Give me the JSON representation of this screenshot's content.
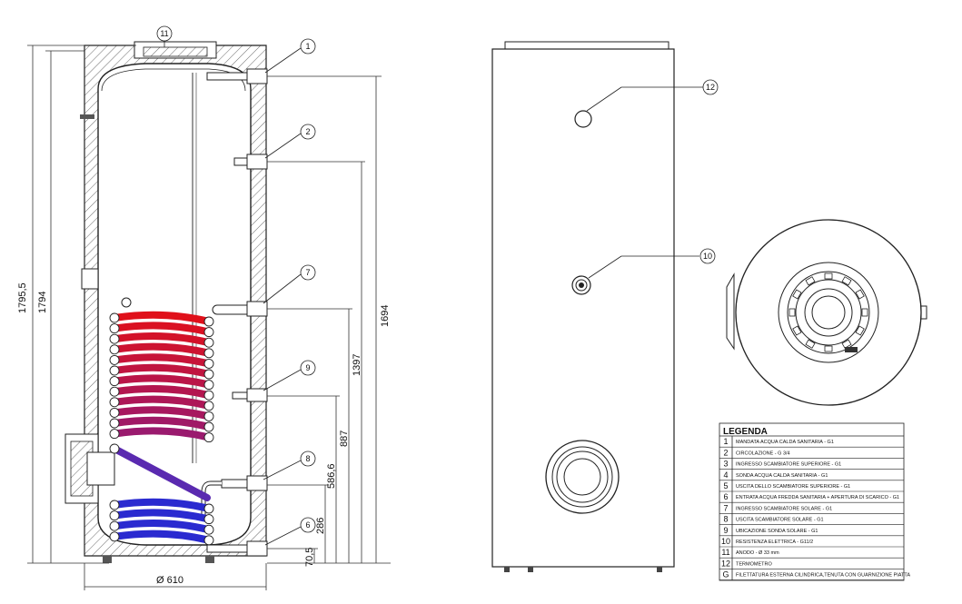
{
  "dimensions": {
    "height_total": "1795,5",
    "height_body": "1794",
    "h_1694": "1694",
    "h_1397": "1397",
    "h_887": "887",
    "h_586": "586,6",
    "h_286": "286",
    "h_70": "70,5",
    "diameter": "Ø 610"
  },
  "callouts": {
    "c1": "1",
    "c2": "2",
    "c6": "6",
    "c7": "7",
    "c8": "8",
    "c9": "9",
    "c10": "10",
    "c11": "11",
    "c12": "12"
  },
  "legend": {
    "title": "LEGENDA",
    "items": [
      {
        "num": "1",
        "text": "MANDATA ACQUA CALDA SANITARIA - G1"
      },
      {
        "num": "2",
        "text": "CIRCOLAZIONE - G 3/4"
      },
      {
        "num": "3",
        "text": "INGRESSO SCAMBIATORE SUPERIORE - G1"
      },
      {
        "num": "4",
        "text": "SONDA ACQUA CALDA SANITARIA - G1"
      },
      {
        "num": "5",
        "text": "USCITA DELLO SCAMBIATORE SUPERIORE - G1"
      },
      {
        "num": "6",
        "text": "ENTRATA ACQUA FREDDA SANITARIA + APERTURA DI SCARICO - G1"
      },
      {
        "num": "7",
        "text": "INGRESSO SCAMBIATORE SOLARE - G1"
      },
      {
        "num": "8",
        "text": "USCITA SCAMBIATORE SOLARE - G1"
      },
      {
        "num": "9",
        "text": "UBICAZIONE SONDA SOLARE - G1"
      },
      {
        "num": "10",
        "text": "RESISTENZA ELETTRICA - G11/2"
      },
      {
        "num": "11",
        "text": "ANODO - Ø 33 mm"
      },
      {
        "num": "12",
        "text": "TERMOMETRO"
      },
      {
        "num": "G",
        "text": "FILETTATURA ESTERNA CILINDRICA,TENUTA CON GUARNIZIONE PIATTA"
      }
    ]
  },
  "colors": {
    "coil_hot": "#e0101a",
    "coil_mid": "#9a1a6e",
    "coil_cold": "#2a2ad0",
    "line": "#222222"
  }
}
